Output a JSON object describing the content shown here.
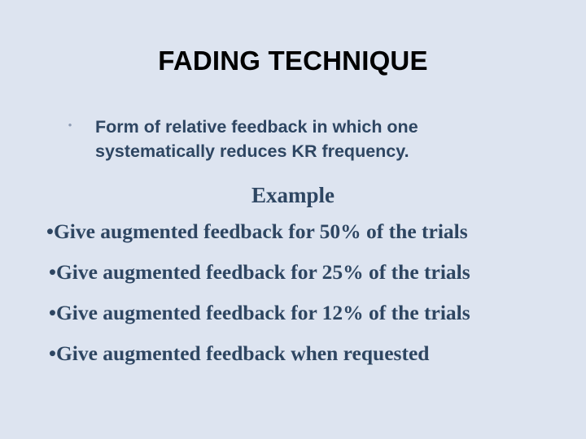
{
  "slide": {
    "title": "FADING TECHNIQUE",
    "background_color": "#dde4f0",
    "title_color": "#000000",
    "body_color": "#2e4662",
    "intro": {
      "bullet_glyph": "•",
      "text": "Form of relative feedback in which one systematically reduces KR frequency."
    },
    "example_heading": "Example",
    "example_items": [
      {
        "bullet": "•",
        "text": "Give augmented feedback for 50% of the trials"
      },
      {
        "bullet": "•",
        "text": "Give augmented feedback for 25% of the trials"
      },
      {
        "bullet": "•",
        "text": "Give augmented feedback for 12% of the trials"
      },
      {
        "bullet": "•",
        "text": "Give augmented feedback when requested"
      }
    ]
  }
}
